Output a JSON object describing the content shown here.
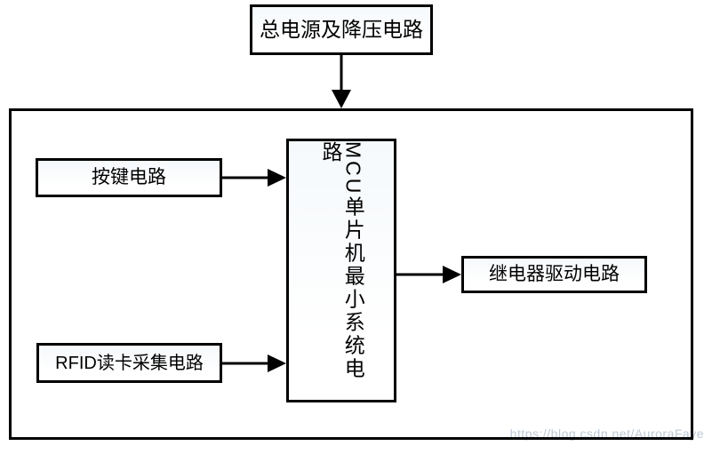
{
  "blocks": {
    "power": {
      "label": "总电源及降压电路"
    },
    "keypad": {
      "label": "按键电路"
    },
    "rfid": {
      "label": "RFID读卡采集电路"
    },
    "mcu": {
      "label": "MCU单片机最小系统电路"
    },
    "relay": {
      "label": "继电器驱动电路"
    }
  },
  "connections": [
    {
      "from": "power",
      "to": "mcu",
      "direction": "down"
    },
    {
      "from": "keypad",
      "to": "mcu",
      "direction": "right"
    },
    {
      "from": "rfid",
      "to": "mcu",
      "direction": "right"
    },
    {
      "from": "mcu",
      "to": "relay",
      "direction": "right"
    }
  ],
  "watermark": {
    "text": "https://blog.csdn.net/AuroraFaye"
  },
  "colors": {
    "line": "#000000",
    "box_border": "#000000",
    "box_fill_top": "#f5f9fc",
    "watermark": "#bcc8d4",
    "background": "#ffffff"
  }
}
